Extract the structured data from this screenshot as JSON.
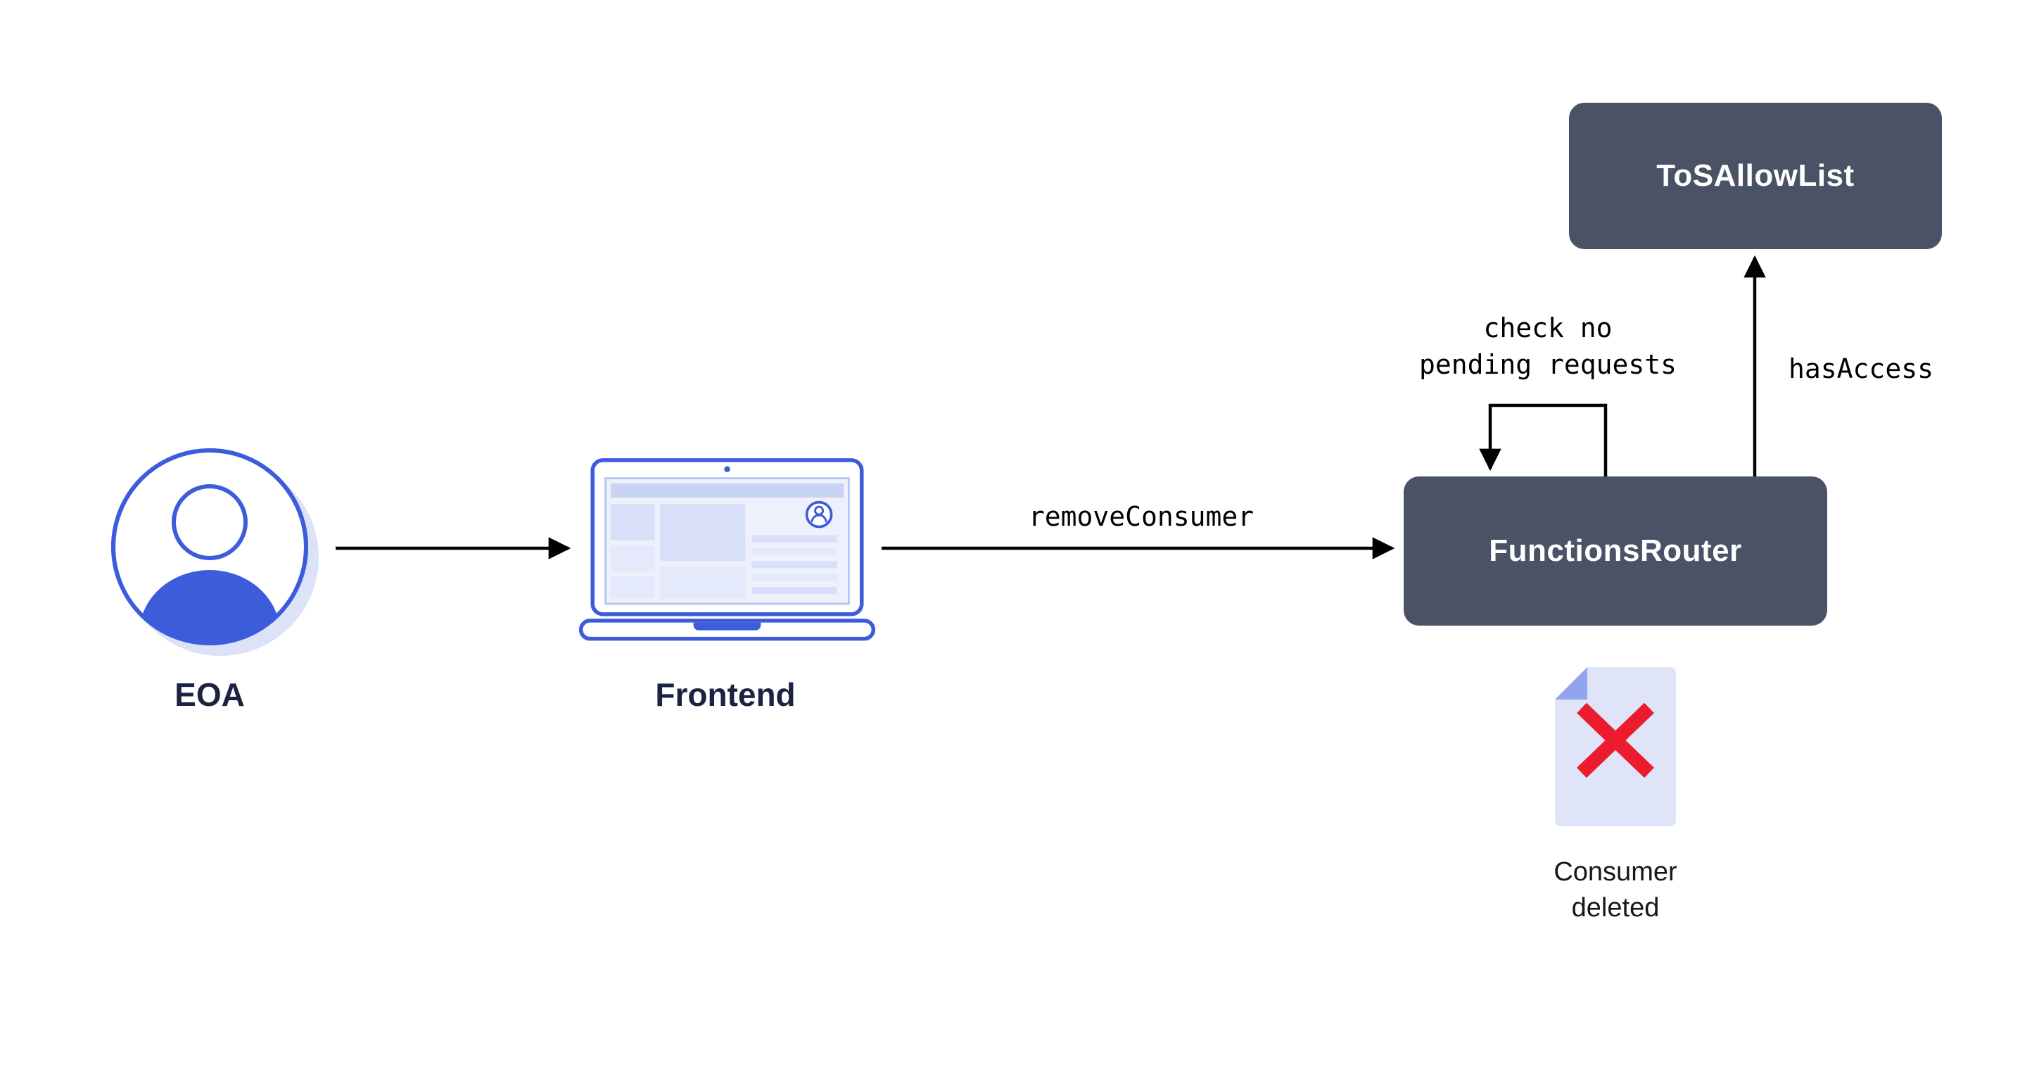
{
  "diagram": {
    "nodes": {
      "eoa": {
        "label": "EOA"
      },
      "frontend": {
        "label": "Frontend"
      },
      "functions_router": {
        "label": "FunctionsRouter"
      },
      "tos_allow_list": {
        "label": "ToSAllowList"
      }
    },
    "edges": {
      "remove_consumer": {
        "label": "removeConsumer"
      },
      "has_access": {
        "label": "hasAccess"
      },
      "check_pending": {
        "label": "check no\npending requests"
      }
    },
    "annotations": {
      "consumer_deleted": {
        "label": "Consumer\ndeleted"
      }
    },
    "icons": {
      "eoa": "eoa-avatar-icon",
      "frontend": "laptop-icon",
      "deleted_document": "document-icon",
      "deleted_mark": "x-mark-icon"
    },
    "colors": {
      "node_bg": "#4A5365",
      "node_text": "#FFFFFF",
      "accent_blue": "#3D5CDC",
      "label_dark": "#1C2342",
      "shadow_blue": "#DCE3F9",
      "screen_fill": "#EEF1FC",
      "screen_bar": "#C9D4F5",
      "screen_block": "#D8DFF8",
      "screen_block_light": "#E4E9FB",
      "doc_fill": "#DFE4F8",
      "doc_fold": "#92A4EE",
      "x_red": "#EC1B2D",
      "arrow": "#000000"
    }
  }
}
